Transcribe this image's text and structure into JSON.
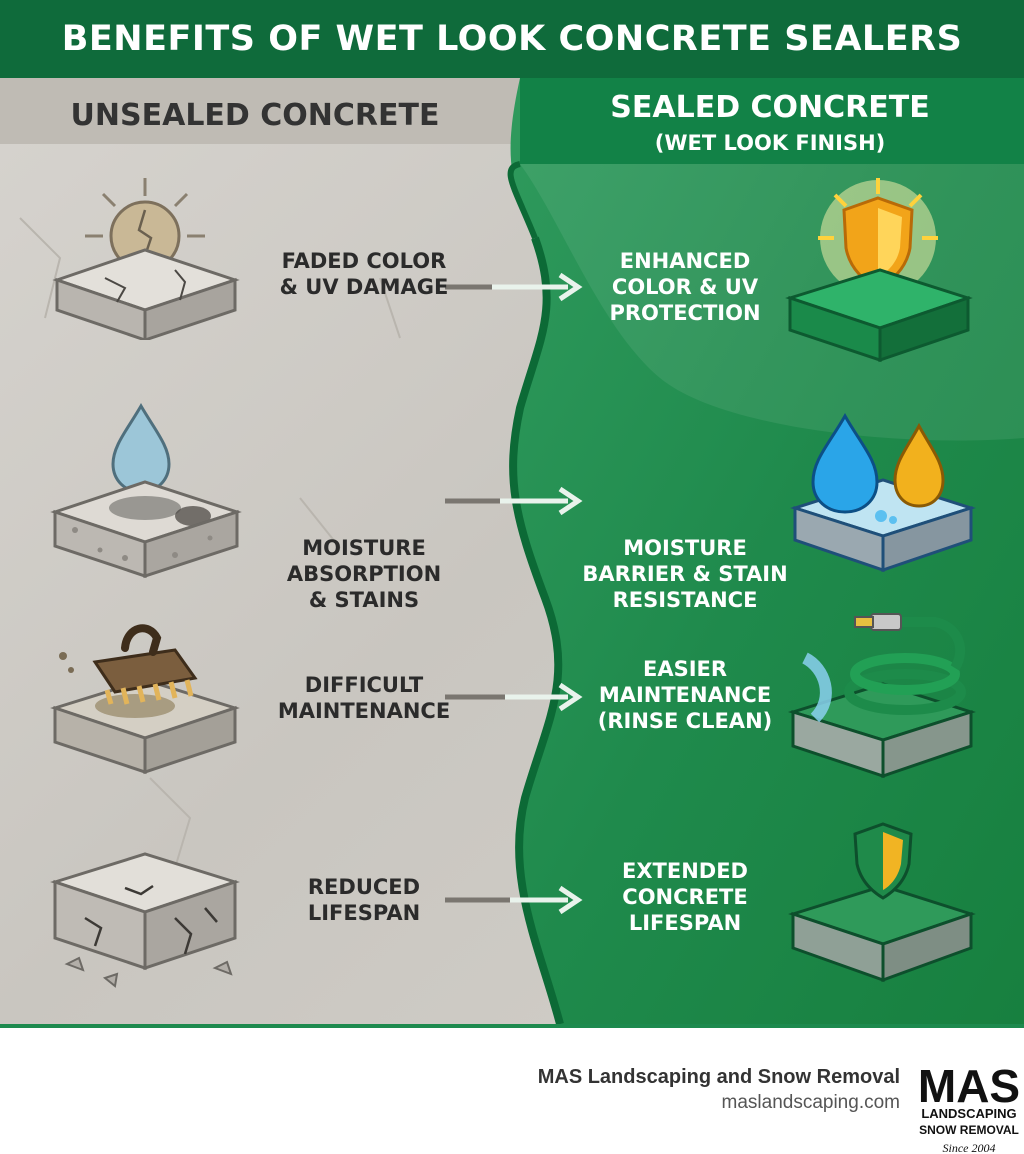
{
  "header": {
    "title": "BENEFITS OF WET LOOK CONCRETE SEALERS"
  },
  "left_column": {
    "title": "UNSEALED CONCRETE"
  },
  "right_column": {
    "title": "SEALED CONCRETE",
    "subtitle": "(WET LOOK FINISH)"
  },
  "rows": [
    {
      "left": "FADED COLOR\n& UV DAMAGE",
      "right": "ENHANCED\nCOLOR & UV\nPROTECTION"
    },
    {
      "left": "MOISTURE\nABSORPTION\n& STAINS",
      "right": "MOISTURE\nBARRIER & STAIN\nRESISTANCE"
    },
    {
      "left": "DIFFICULT\nMAINTENANCE",
      "right": "EASIER\nMAINTENANCE\n(RINSE CLEAN)"
    },
    {
      "left": "REDUCED\nLIFESPAN",
      "right": "EXTENDED\nCONCRETE\nLIFESPAN"
    }
  ],
  "footer": {
    "company": "MAS Landscaping and Snow Removal",
    "url": "maslandscaping.com",
    "logo": {
      "main": "MAS",
      "line1": "LANDSCAPING",
      "line2": "SNOW REMOVAL",
      "since": "Since 2004"
    }
  },
  "colors": {
    "brand_green": "#0f6b3b",
    "accent_green": "#1d8a4e",
    "concrete": "#cfccc6"
  }
}
